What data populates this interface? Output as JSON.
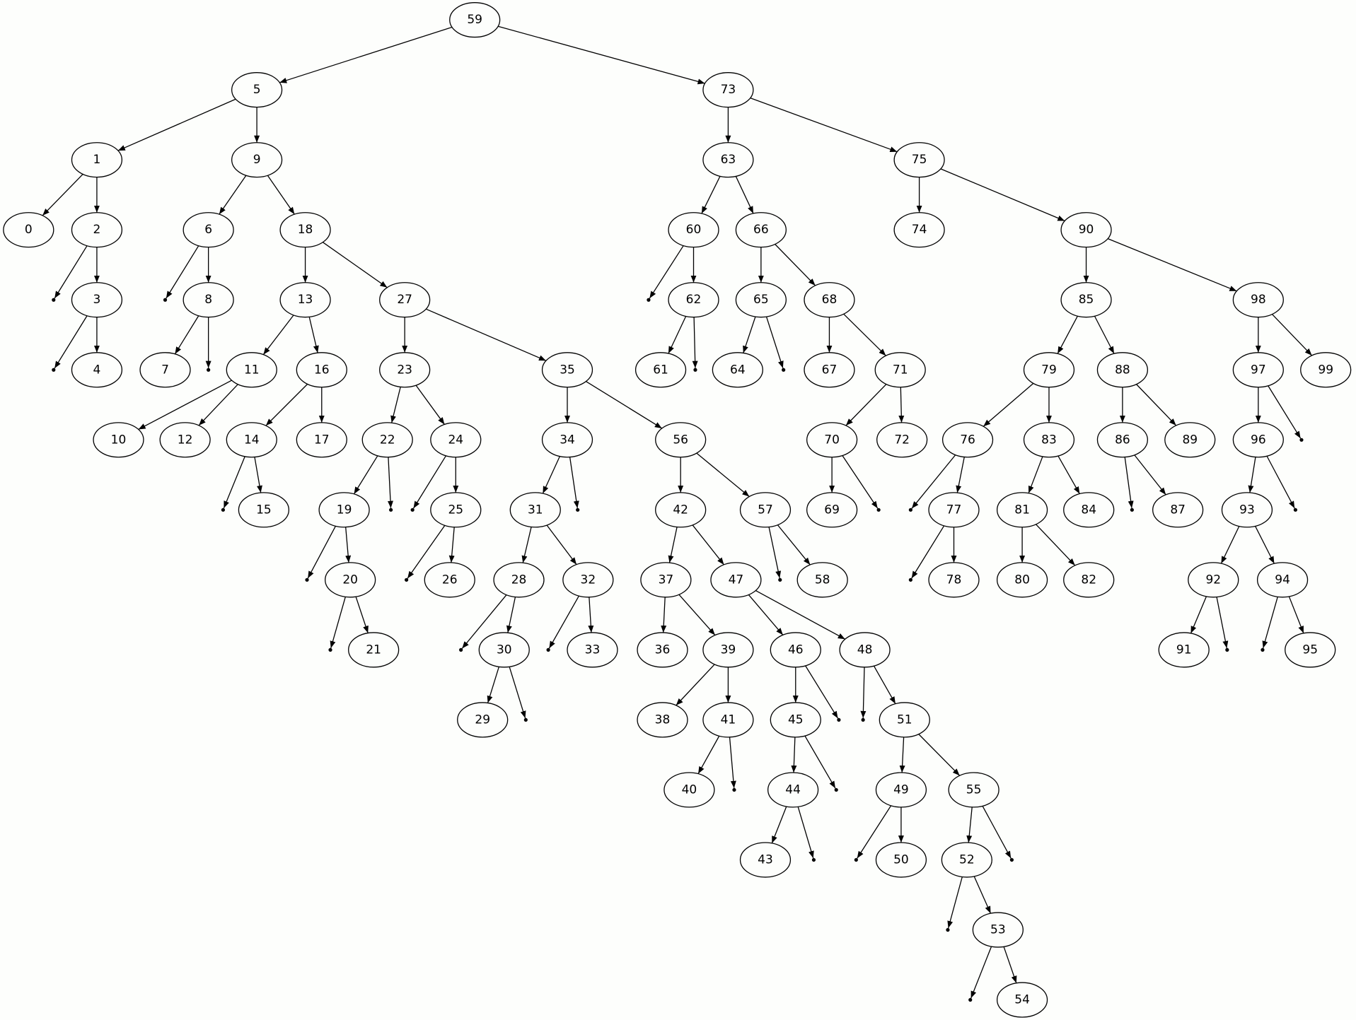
{
  "diagram": {
    "type": "binary-search-tree",
    "nodes": [
      "0",
      "1",
      "2",
      "3",
      "4",
      "5",
      "6",
      "7",
      "8",
      "9",
      "10",
      "11",
      "12",
      "13",
      "14",
      "15",
      "16",
      "17",
      "18",
      "19",
      "20",
      "21",
      "22",
      "23",
      "24",
      "25",
      "26",
      "27",
      "28",
      "29",
      "30",
      "31",
      "32",
      "33",
      "34",
      "35",
      "36",
      "37",
      "38",
      "39",
      "40",
      "41",
      "42",
      "43",
      "44",
      "45",
      "46",
      "47",
      "48",
      "49",
      "50",
      "51",
      "52",
      "53",
      "54",
      "55",
      "56",
      "57",
      "58",
      "59",
      "60",
      "61",
      "62",
      "63",
      "64",
      "65",
      "66",
      "67",
      "68",
      "69",
      "70",
      "71",
      "72",
      "73",
      "74",
      "75",
      "76",
      "77",
      "78",
      "79",
      "80",
      "81",
      "82",
      "83",
      "84",
      "85",
      "86",
      "87",
      "88",
      "89",
      "90",
      "91",
      "92",
      "93",
      "94",
      "95",
      "96",
      "97",
      "98",
      "99"
    ],
    "edges": [
      [
        "59",
        "5"
      ],
      [
        "59",
        "73"
      ],
      [
        "5",
        "1"
      ],
      [
        "5",
        "9"
      ],
      [
        "1",
        "0"
      ],
      [
        "1",
        "2"
      ],
      [
        "2",
        "null:2L"
      ],
      [
        "2",
        "3"
      ],
      [
        "3",
        "null:3L"
      ],
      [
        "3",
        "4"
      ],
      [
        "9",
        "6"
      ],
      [
        "9",
        "18"
      ],
      [
        "6",
        "null:6L"
      ],
      [
        "6",
        "8"
      ],
      [
        "8",
        "7"
      ],
      [
        "8",
        "null:8R"
      ],
      [
        "18",
        "13"
      ],
      [
        "18",
        "27"
      ],
      [
        "13",
        "11"
      ],
      [
        "13",
        "16"
      ],
      [
        "11",
        "10"
      ],
      [
        "11",
        "12"
      ],
      [
        "16",
        "14"
      ],
      [
        "16",
        "17"
      ],
      [
        "14",
        "null:14L"
      ],
      [
        "14",
        "15"
      ],
      [
        "27",
        "23"
      ],
      [
        "27",
        "35"
      ],
      [
        "23",
        "22"
      ],
      [
        "23",
        "24"
      ],
      [
        "22",
        "19"
      ],
      [
        "22",
        "null:22R"
      ],
      [
        "19",
        "null:19L"
      ],
      [
        "19",
        "20"
      ],
      [
        "20",
        "null:20L"
      ],
      [
        "20",
        "21"
      ],
      [
        "24",
        "null:24L"
      ],
      [
        "24",
        "25"
      ],
      [
        "25",
        "null:25L"
      ],
      [
        "25",
        "26"
      ],
      [
        "35",
        "34"
      ],
      [
        "35",
        "56"
      ],
      [
        "34",
        "31"
      ],
      [
        "34",
        "null:34R"
      ],
      [
        "31",
        "28"
      ],
      [
        "31",
        "32"
      ],
      [
        "28",
        "null:28L"
      ],
      [
        "28",
        "30"
      ],
      [
        "30",
        "29"
      ],
      [
        "30",
        "null:30R"
      ],
      [
        "32",
        "null:32L"
      ],
      [
        "32",
        "33"
      ],
      [
        "56",
        "42"
      ],
      [
        "56",
        "57"
      ],
      [
        "42",
        "37"
      ],
      [
        "42",
        "47"
      ],
      [
        "37",
        "36"
      ],
      [
        "37",
        "39"
      ],
      [
        "39",
        "38"
      ],
      [
        "39",
        "41"
      ],
      [
        "41",
        "40"
      ],
      [
        "41",
        "null:41R"
      ],
      [
        "47",
        "46"
      ],
      [
        "47",
        "48"
      ],
      [
        "46",
        "45"
      ],
      [
        "46",
        "null:46R"
      ],
      [
        "45",
        "44"
      ],
      [
        "45",
        "null:45R"
      ],
      [
        "44",
        "43"
      ],
      [
        "44",
        "null:44R"
      ],
      [
        "48",
        "null:48L"
      ],
      [
        "48",
        "51"
      ],
      [
        "51",
        "49"
      ],
      [
        "51",
        "55"
      ],
      [
        "49",
        "null:49L"
      ],
      [
        "49",
        "50"
      ],
      [
        "55",
        "52"
      ],
      [
        "55",
        "null:55R"
      ],
      [
        "52",
        "null:52L"
      ],
      [
        "52",
        "53"
      ],
      [
        "53",
        "null:53L"
      ],
      [
        "53",
        "54"
      ],
      [
        "57",
        "null:57L"
      ],
      [
        "57",
        "58"
      ],
      [
        "73",
        "63"
      ],
      [
        "73",
        "75"
      ],
      [
        "63",
        "60"
      ],
      [
        "63",
        "66"
      ],
      [
        "60",
        "null:60L"
      ],
      [
        "60",
        "62"
      ],
      [
        "62",
        "61"
      ],
      [
        "62",
        "null:62R"
      ],
      [
        "66",
        "65"
      ],
      [
        "66",
        "68"
      ],
      [
        "65",
        "64"
      ],
      [
        "65",
        "null:65R"
      ],
      [
        "68",
        "67"
      ],
      [
        "68",
        "71"
      ],
      [
        "71",
        "70"
      ],
      [
        "71",
        "72"
      ],
      [
        "70",
        "69"
      ],
      [
        "70",
        "null:70R"
      ],
      [
        "75",
        "74"
      ],
      [
        "75",
        "90"
      ],
      [
        "90",
        "85"
      ],
      [
        "90",
        "98"
      ],
      [
        "85",
        "79"
      ],
      [
        "85",
        "88"
      ],
      [
        "79",
        "76"
      ],
      [
        "79",
        "83"
      ],
      [
        "76",
        "null:76L"
      ],
      [
        "76",
        "77"
      ],
      [
        "77",
        "null:77L"
      ],
      [
        "77",
        "78"
      ],
      [
        "83",
        "81"
      ],
      [
        "83",
        "84"
      ],
      [
        "81",
        "80"
      ],
      [
        "81",
        "82"
      ],
      [
        "88",
        "86"
      ],
      [
        "88",
        "89"
      ],
      [
        "86",
        "null:86L"
      ],
      [
        "86",
        "87"
      ],
      [
        "98",
        "97"
      ],
      [
        "98",
        "99"
      ],
      [
        "97",
        "96"
      ],
      [
        "97",
        "null:97R"
      ],
      [
        "96",
        "93"
      ],
      [
        "96",
        "null:96R"
      ],
      [
        "93",
        "92"
      ],
      [
        "93",
        "94"
      ],
      [
        "92",
        "91"
      ],
      [
        "92",
        "null:92R"
      ],
      [
        "94",
        "null:94L"
      ],
      [
        "94",
        "95"
      ]
    ]
  }
}
